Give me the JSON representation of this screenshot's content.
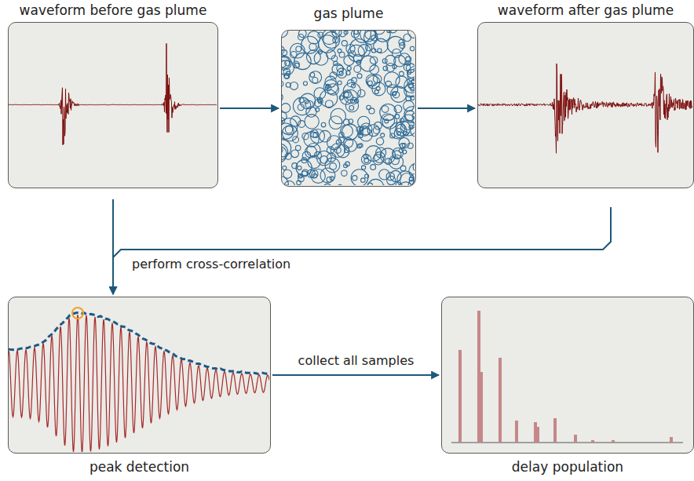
{
  "diagram": {
    "nodes": [
      {
        "text": [
          "waveform before gas plume"
        ]
      },
      {
        "text": [
          "gas plume"
        ]
      },
      {
        "text": [
          "waveform after gas plume"
        ]
      },
      {
        "text": [
          "peak detection"
        ]
      },
      {
        "text": [
          "delay population"
        ]
      }
    ],
    "edges": [
      {
        "from": 0,
        "to": 1,
        "arrow": "to"
      },
      {
        "from": 1,
        "to": 2,
        "arrow": "to"
      },
      {
        "from": 0,
        "to": 3,
        "arrow": "to"
      },
      {
        "from": 2,
        "to": 3,
        "arrow": "to",
        "label": "perform cross-correlation"
      },
      {
        "from": 3,
        "to": 4,
        "arrow": "to",
        "label": "collect all samples"
      }
    ]
  }
}
